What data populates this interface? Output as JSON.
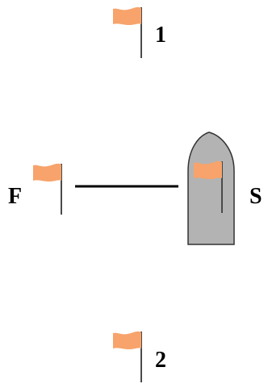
{
  "labels": {
    "flag_1": "1",
    "flag_2": "2",
    "flag_f": "F",
    "flag_s": "S"
  },
  "colors": {
    "background": "#ffffff",
    "flag_fill": "#f7a36b",
    "pole": "#4a4a4a",
    "ship_fill": "#b3b3b3",
    "ship_stroke": "#333333",
    "line": "#000000",
    "label": "#000000"
  }
}
